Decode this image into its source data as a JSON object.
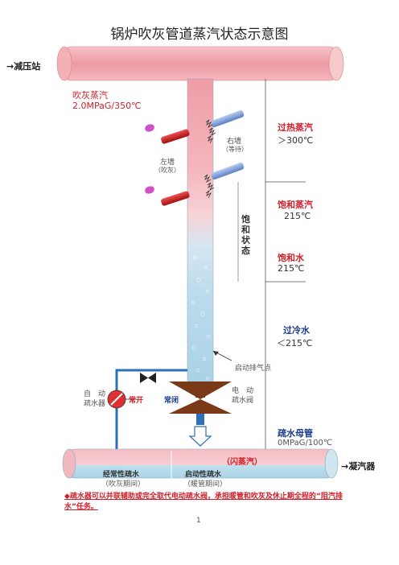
{
  "title": "锅炉吹灰管道蒸汽状态示意图",
  "labels": {
    "to_pressure_reducer": "→减压站",
    "sootblow_steam": "吹灰蒸汽",
    "sootblow_param": "2.0MPaG/350℃",
    "right_wall": "右墙",
    "right_wall_state": "（等待）",
    "left_wall": "左墙",
    "left_wall_state": "（吹灰）",
    "superheated_steam": "过热蒸汽",
    "superheated_temp": "＞300℃",
    "saturated_steam": "饱和蒸汽",
    "saturated_steam_temp": "215℃",
    "saturated_state": "饱和状态",
    "saturated_water": "饱和水",
    "saturated_water_temp": "215℃",
    "subcooled_water": "过冷水",
    "subcooled_temp": "＜215℃",
    "startup_vent": "启动排气点",
    "auto_drain_valve": "自　动\n疏水器",
    "normally_open": "常开",
    "normally_closed": "常闭",
    "electric_drain_valve": "电　动\n疏水阀",
    "drain_header": "疏水母管",
    "drain_header_param": "0MPaG/100℃",
    "flash_steam": "（闪蒸汽）",
    "to_condenser": "→凝汽器",
    "continuous_drain": "经常性疏水",
    "continuous_drain_period": "（吹灰期间）",
    "startup_drain": "启动性疏水",
    "startup_drain_period": "（暖管期间）",
    "note": "◆疏水器可以并联辅助或完全取代电动疏水阀，承担暖管和吹灰及休止期全程的“阻汽排水”任务。",
    "page_number": "1"
  },
  "colors": {
    "steam_pink": "#f0a8b0",
    "water_blue": "#b8dceb",
    "text_red": "#d0202a",
    "text_blue": "#1a3c8c",
    "valve_brown": "#7a3a18",
    "pipe_blue": "#2f6fb8"
  }
}
